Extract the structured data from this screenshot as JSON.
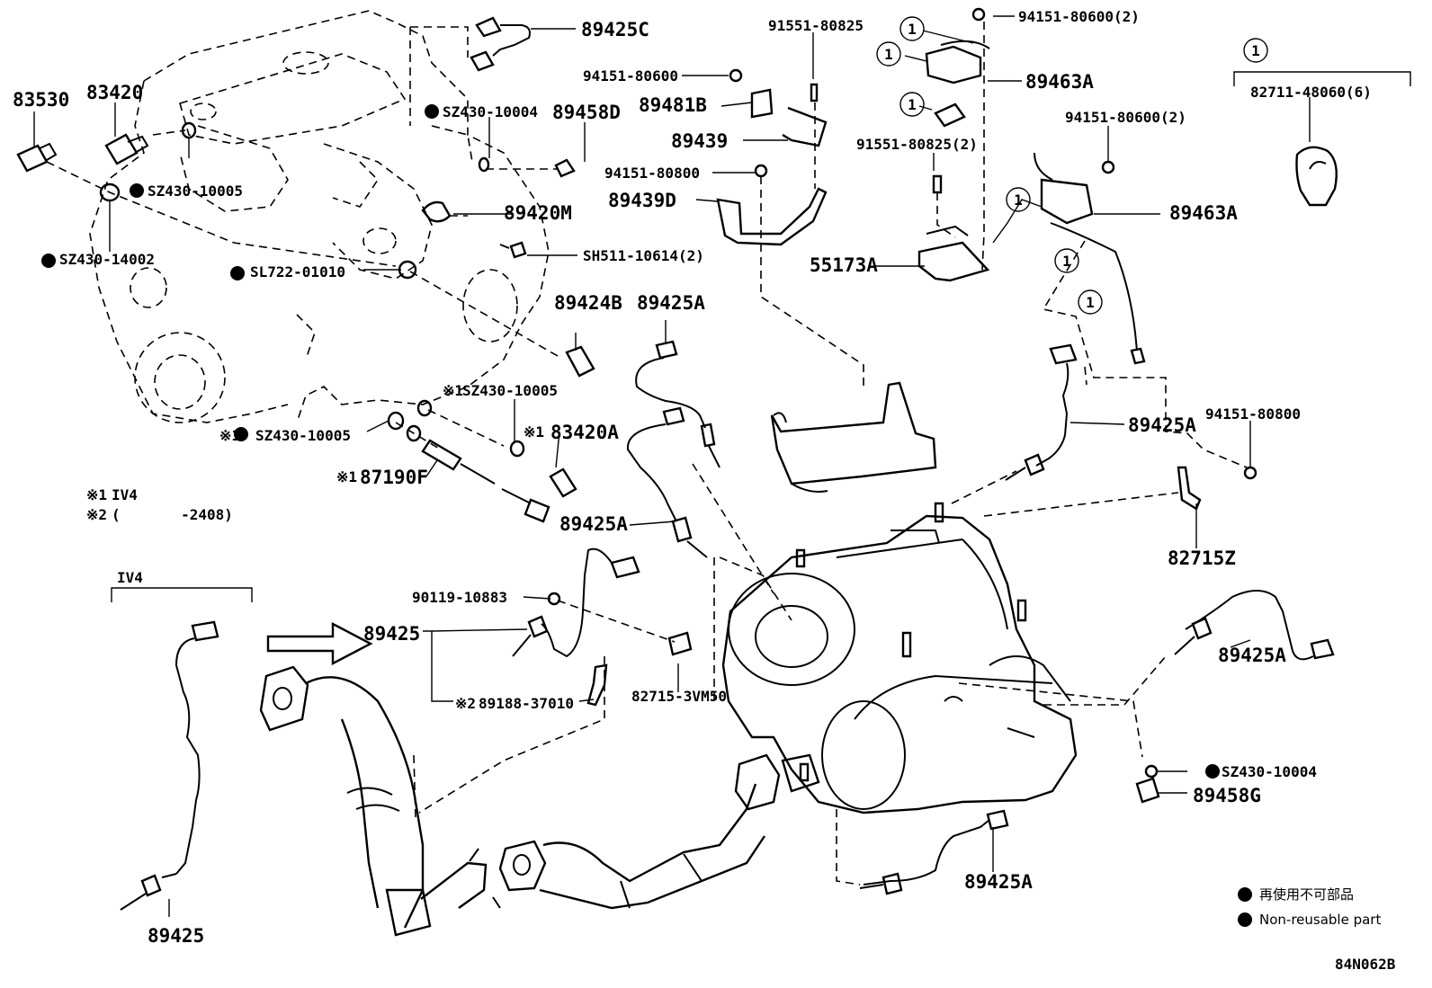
{
  "labels": {
    "p89425C": "89425C",
    "p91551_top": "91551-80825",
    "p94151_600_2_top": "94151-80600(2)",
    "p83530": "83530",
    "p83420": "83420",
    "p94151_600": "94151-80600",
    "p89463A_top": "89463A",
    "p82711": "82711-48060(6)",
    "pSZ10004_top": "SZ430-10004",
    "p89458D": "89458D",
    "p89481B": "89481B",
    "p94151_600_2_right": "94151-80600(2)",
    "p89439": "89439",
    "p91551_2": "91551-80825(2)",
    "pSZ10005_top": "SZ430-10005",
    "p94151_800_top": "94151-80800",
    "p89439D": "89439D",
    "p89420M": "89420M",
    "p89463A_right": "89463A",
    "pSZ14002": "SZ430-14002",
    "pSH511": "SH511-10614(2)",
    "pSL722": "SL722-01010",
    "p55173A": "55173A",
    "p89424B": "89424B",
    "p89425A_center": "89425A",
    "pSZ10005_mid": "SZ430-10005",
    "pSZ10005_left": "SZ430-10005",
    "p83420A": "83420A",
    "p89425A_right": "89425A",
    "p94151_800_right": "94151-80800",
    "p87190F": "87190F",
    "p89425A_mid": "89425A",
    "p82715Z": "82715Z",
    "p90119": "90119-10883",
    "p89425": "89425",
    "p89188": "89188-37010",
    "p82715_3VM50": "82715-3VM50",
    "p89425A_far_right": "89425A",
    "pSZ10004_bottom": "SZ430-10004",
    "p89458G": "89458G",
    "p89425A_bottom": "89425A",
    "p89425_inset": "89425",
    "code": "84N062B"
  },
  "marks": {
    "note1": "※1",
    "note2": "※2",
    "circled_one": "1"
  },
  "notes": {
    "note1_text": "IV4",
    "note2_text": "(       -2408)",
    "inset_title": "IV4"
  },
  "legend": {
    "line1": "再使用不可部品",
    "line2": "Non-reusable part"
  }
}
